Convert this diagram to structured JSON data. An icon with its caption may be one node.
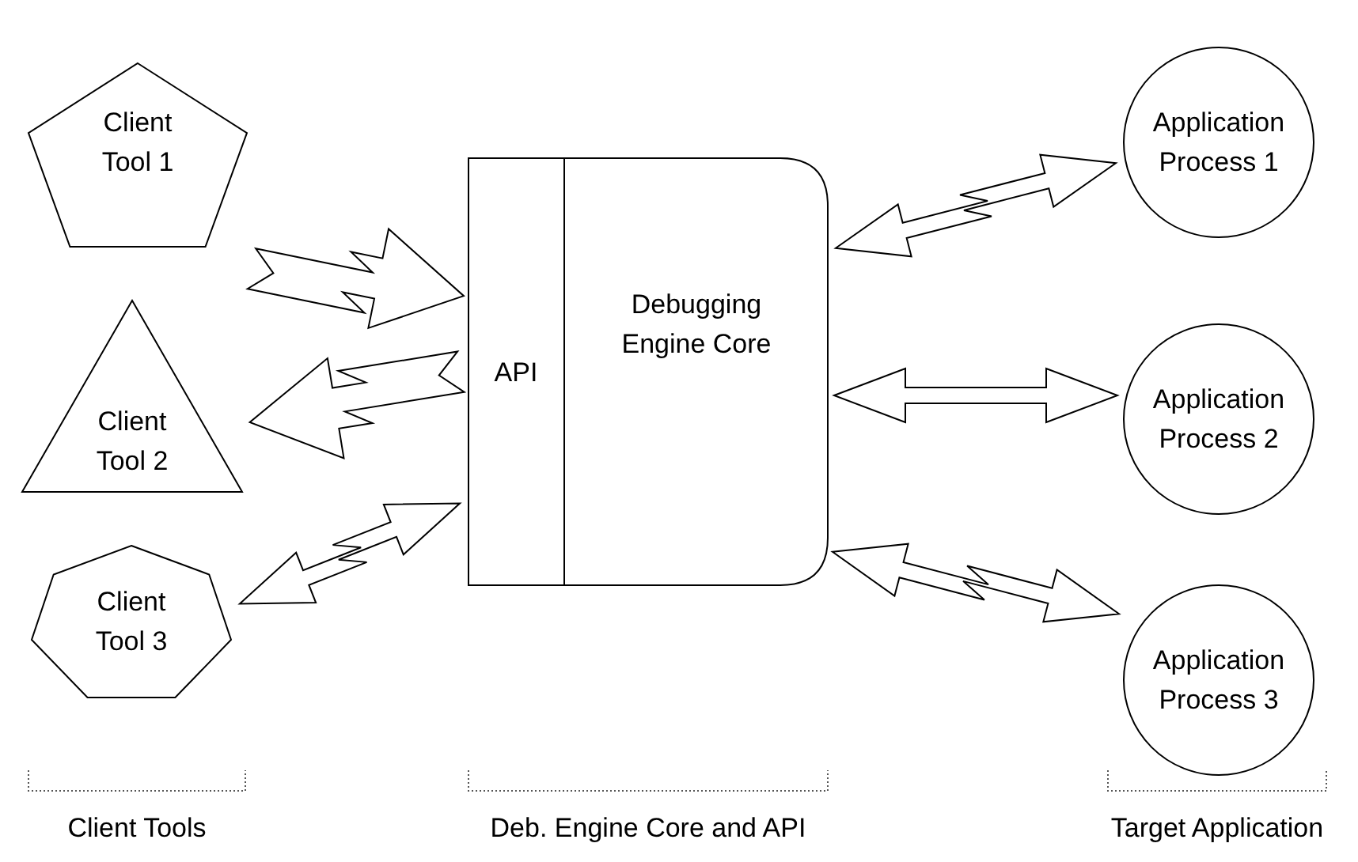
{
  "diagram": {
    "nodes": [
      {
        "text": [
          "Client Tool 1"
        ]
      },
      {
        "text": [
          "Client Tool 2"
        ]
      },
      {
        "text": [
          "Client Tool 3"
        ]
      },
      {
        "text": [],
        "shape": "box"
      },
      {
        "text": [
          "API"
        ],
        "in": 3
      },
      {
        "text": [
          "Debugging Engine Core"
        ],
        "in": 3
      },
      {
        "text": [
          "Application Process 1"
        ]
      },
      {
        "text": [
          "Application Process 2"
        ]
      },
      {
        "text": [
          "Application Process 3"
        ]
      }
    ],
    "edges": [
      {
        "from": 0,
        "to": 3,
        "arrow": "to"
      },
      {
        "from": 3,
        "to": 1,
        "arrow": "to"
      },
      {
        "from": 2,
        "to": 3,
        "arrow": "both"
      },
      {
        "from": 3,
        "to": 6,
        "arrow": "both"
      },
      {
        "from": 3,
        "to": 7,
        "arrow": "both"
      },
      {
        "from": 3,
        "to": 8,
        "arrow": "both"
      }
    ],
    "labels": [
      "Client Tools",
      "Deb. Engine Core and API",
      "Target Application"
    ]
  }
}
